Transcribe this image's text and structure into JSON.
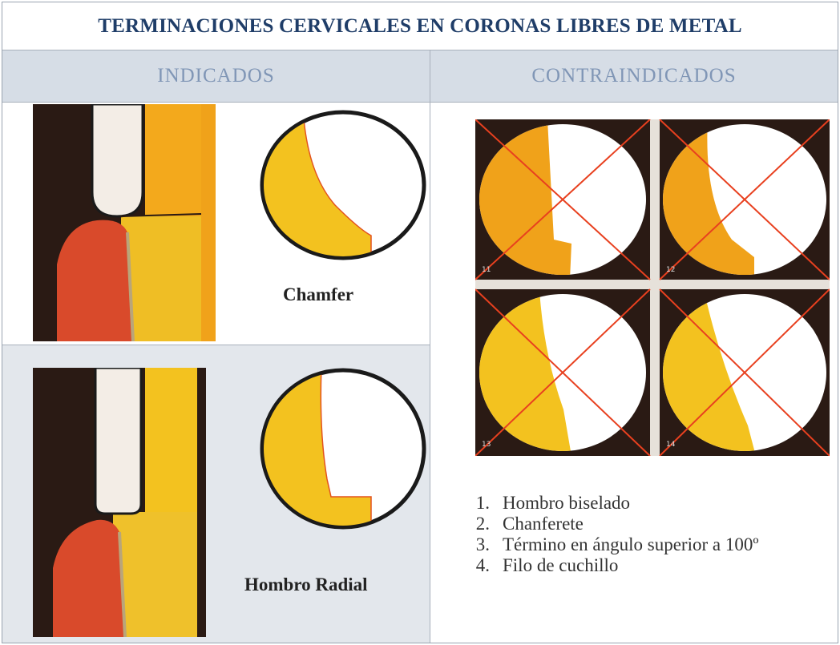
{
  "title": "TERMINACIONES CERVICALES EN CORONAS LIBRES DE METAL",
  "columns": {
    "indicated": "INDICADOS",
    "contraindicated": "CONTRAINDICADOS"
  },
  "indicated_items": [
    {
      "caption": "Chamfer"
    },
    {
      "caption": "Hombro Radial"
    }
  ],
  "contraindicated_list": [
    {
      "num": "1.",
      "text": "Hombro biselado"
    },
    {
      "num": "2.",
      "text": "Chanferete"
    },
    {
      "num": "3.",
      "text": "Término en ángulo superior a 100º"
    },
    {
      "num": "4.",
      "text": "Filo de cuchillo"
    }
  ],
  "grid_labels": [
    "11",
    "12",
    "13",
    "14"
  ],
  "colors": {
    "header_text": "#1f3d68",
    "column_header_bg": "#d6dde6",
    "column_header_text": "#8096b6",
    "gum": "#d94a2b",
    "crown_orange": "#f0a21a",
    "crown_yellow": "#f3c21f",
    "cross_line": "#e8401f",
    "dark_bg": "#2a1a14"
  }
}
